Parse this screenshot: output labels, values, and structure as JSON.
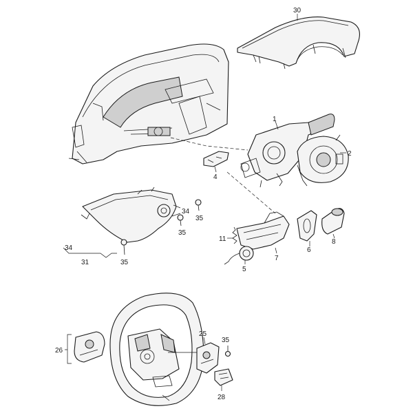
{
  "diagram": {
    "callouts": [
      {
        "id": "c30",
        "text": "30"
      },
      {
        "id": "c1",
        "text": "1"
      },
      {
        "id": "c2",
        "text": "2"
      },
      {
        "id": "c4",
        "text": "4"
      },
      {
        "id": "c34a",
        "text": "34"
      },
      {
        "id": "c35a",
        "text": "35"
      },
      {
        "id": "c35b",
        "text": "35"
      },
      {
        "id": "c34b",
        "text": "34"
      },
      {
        "id": "c31",
        "text": "31"
      },
      {
        "id": "c35c",
        "text": "35"
      },
      {
        "id": "c11",
        "text": "11"
      },
      {
        "id": "c5",
        "text": "5"
      },
      {
        "id": "c7",
        "text": "7"
      },
      {
        "id": "c6",
        "text": "6"
      },
      {
        "id": "c8",
        "text": "8"
      },
      {
        "id": "c25",
        "text": "25"
      },
      {
        "id": "c35d",
        "text": "35"
      },
      {
        "id": "c26",
        "text": "26"
      },
      {
        "id": "c28",
        "text": "28"
      }
    ]
  }
}
